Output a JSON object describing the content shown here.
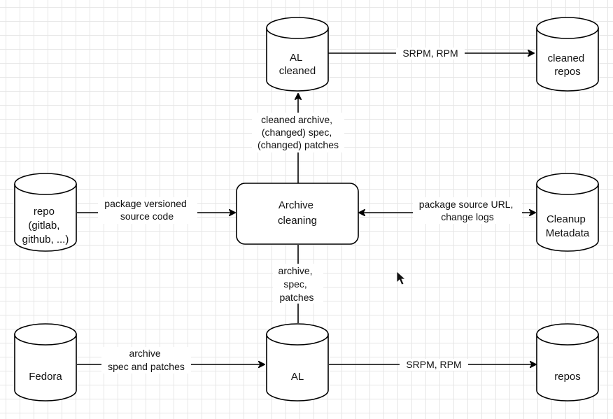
{
  "nodes": {
    "al_cleaned": {
      "lines": [
        "AL",
        "cleaned"
      ]
    },
    "cleaned_repos": {
      "lines": [
        "cleaned",
        "repos"
      ]
    },
    "repo_source": {
      "lines": [
        "repo",
        "(gitlab,",
        "github, ...)"
      ]
    },
    "archive_cleaning": {
      "lines": [
        "Archive",
        "cleaning"
      ]
    },
    "cleanup_metadata": {
      "lines": [
        "Cleanup",
        "Metadata"
      ]
    },
    "fedora": {
      "lines": [
        "Fedora"
      ]
    },
    "al": {
      "lines": [
        "AL"
      ]
    },
    "repos": {
      "lines": [
        "repos"
      ]
    }
  },
  "edges": {
    "al_cleaned_to_cleaned_repos": {
      "lines": [
        "SRPM, RPM"
      ]
    },
    "cleaning_to_al_cleaned": {
      "lines": [
        "cleaned archive,",
        "(changed) spec,",
        "(changed) patches"
      ]
    },
    "repo_to_cleaning": {
      "lines": [
        "package versioned",
        "source code"
      ]
    },
    "metadata_cleaning": {
      "lines": [
        "package source URL,",
        "change logs"
      ]
    },
    "al_to_cleaning": {
      "lines": [
        "archive,",
        "spec,",
        "patches"
      ]
    },
    "fedora_to_al": {
      "lines": [
        "archive",
        "spec and patches"
      ]
    },
    "al_to_repos": {
      "lines": [
        "SRPM, RPM"
      ]
    }
  },
  "colors": {
    "stroke": "#000000",
    "fill": "#ffffff",
    "grid": "#e6e6e6"
  }
}
